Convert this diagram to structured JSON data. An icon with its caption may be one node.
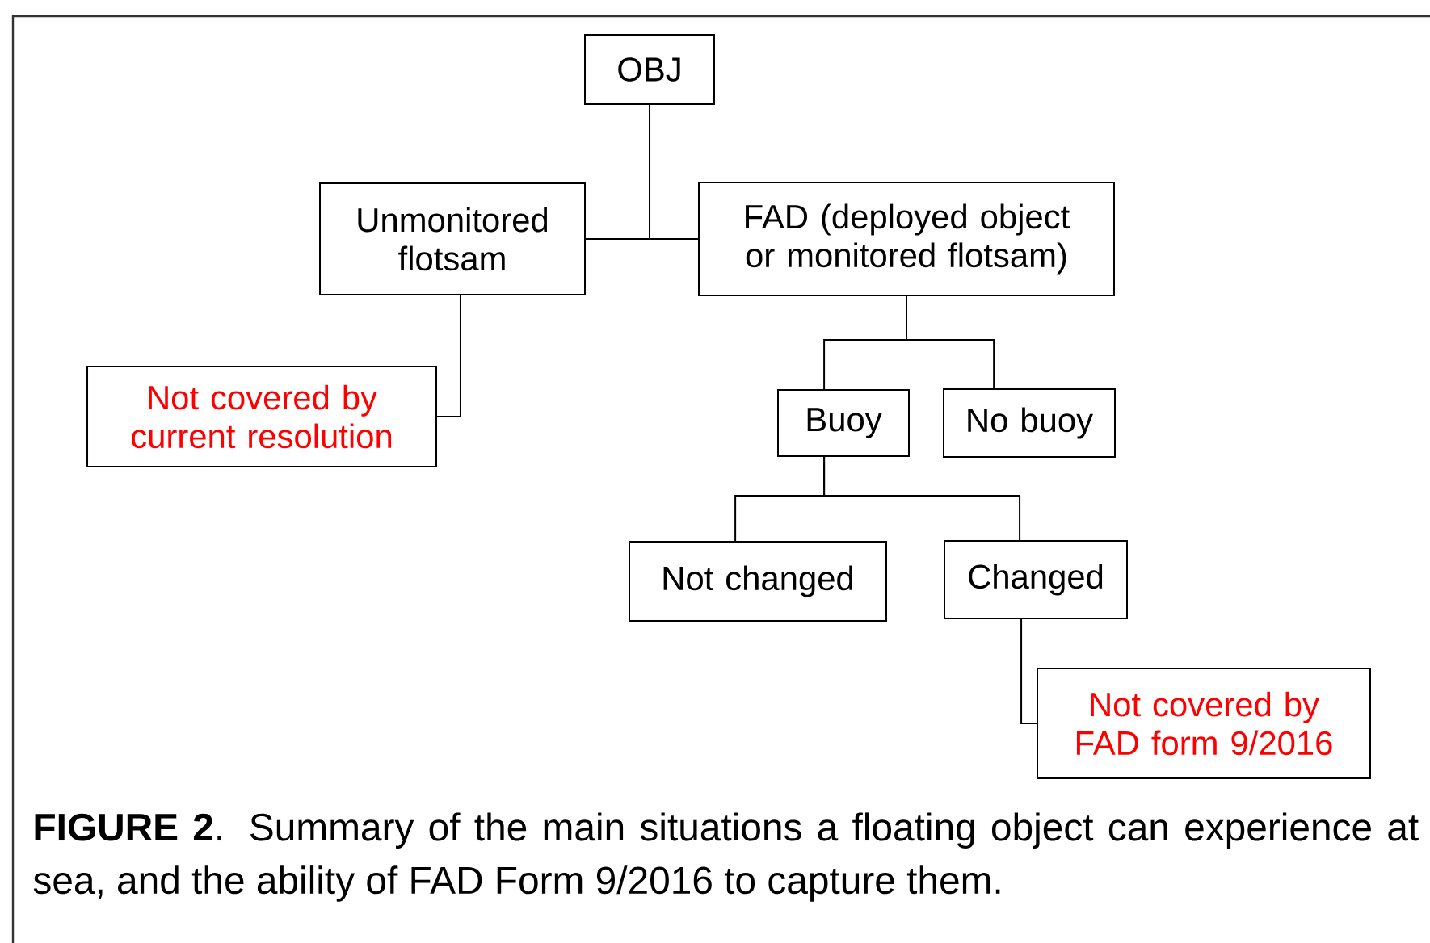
{
  "diagram": {
    "caption": "**FIGURE 2**. Summary of the main situations a floating object can experience at sea, and the ability of FAD Form 9/2016 to capture them.",
    "nodes": [
      {
        "text": [
          "OBJ"
        ]
      },
      {
        "text": [
          "Unmonitored flotsam"
        ]
      },
      {
        "text": [
          "FAD (deployed object or monitored flotsam)"
        ]
      },
      {
        "text": [
          "Not covered by current resolution"
        ]
      },
      {
        "text": [
          "Buoy"
        ]
      },
      {
        "text": [
          "No buoy"
        ]
      },
      {
        "text": [
          "Not changed"
        ]
      },
      {
        "text": [
          "Changed"
        ]
      },
      {
        "text": [
          "Not covered by FAD form 9/2016"
        ]
      }
    ],
    "edges": [
      {
        "from": 0,
        "to": 1,
        "arrow": "none"
      },
      {
        "from": 0,
        "to": 2,
        "arrow": "none"
      },
      {
        "from": 2,
        "to": 4,
        "arrow": "none"
      },
      {
        "from": 2,
        "to": 5,
        "arrow": "none"
      },
      {
        "from": 4,
        "to": 6,
        "arrow": "none"
      },
      {
        "from": 4,
        "to": 7,
        "arrow": "none"
      },
      {
        "from": 1,
        "to": 3,
        "arrow": "none"
      },
      {
        "from": 7,
        "to": 8,
        "arrow": "none"
      }
    ]
  }
}
